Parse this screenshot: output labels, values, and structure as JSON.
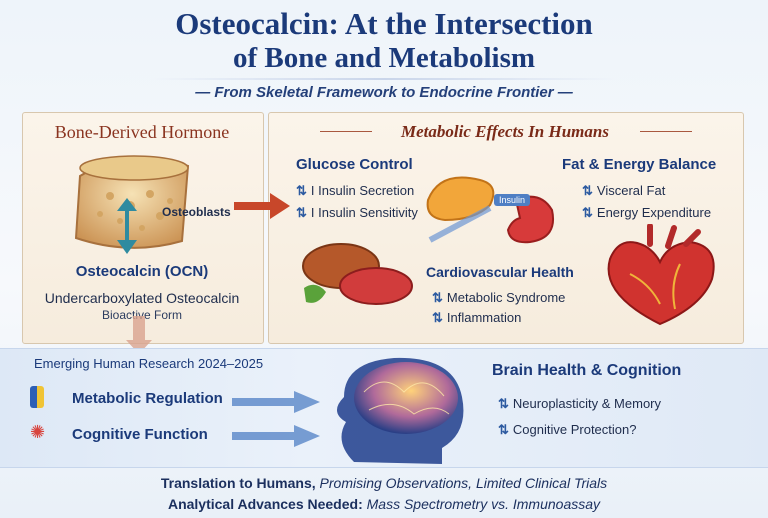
{
  "header": {
    "title_line1": "Osteocalcin: At the Intersection",
    "title_line2": "of Bone and Metabolism",
    "subtitle": "— From Skeletal Framework to Endocrine Frontier —"
  },
  "left_panel": {
    "heading": "Bone-Derived Hormone",
    "osteoblasts_label": "Osteoblasts",
    "ocn_label": "Osteocalcin (OCN)",
    "ucocn_label": "Undercarboxylated Osteocalcin",
    "bioactive_label": "Bioactive Form"
  },
  "right_panel": {
    "heading": "Metabolic Effects In Humans",
    "glucose": {
      "heading": "Glucose Control",
      "items": [
        "I Insulin Secretion",
        "I Insulin Sensitivity"
      ]
    },
    "insulin_tag": "Insulin",
    "fat": {
      "heading": "Fat & Energy Balance",
      "items": [
        "Visceral Fat",
        "Energy Expenditure"
      ]
    },
    "cardio": {
      "heading": "Cardiovascular Health",
      "items": [
        "Metabolic Syndrome",
        "Inflammation"
      ]
    }
  },
  "research": {
    "heading": "Emerging Human Research 2024–2025",
    "items": [
      "Metabolic Regulation",
      "Cognitive Function"
    ]
  },
  "brain": {
    "heading": "Brain Health & Cognition",
    "items": [
      "Neuroplasticity & Memory",
      "Cognitive Protection?"
    ]
  },
  "footer": {
    "line1_bold": "Translation to Humans,",
    "line1_rest": " Promising Observations, Limited Clinical Trials",
    "line2_bold": "Analytical Advances Needed:",
    "line2_rest": " Mass Spectrometry vs. Immunoassay"
  },
  "colors": {
    "navy": "#1b3a7a",
    "accent_red": "#c8472a",
    "arrow_blue": "#4f7fc4"
  }
}
